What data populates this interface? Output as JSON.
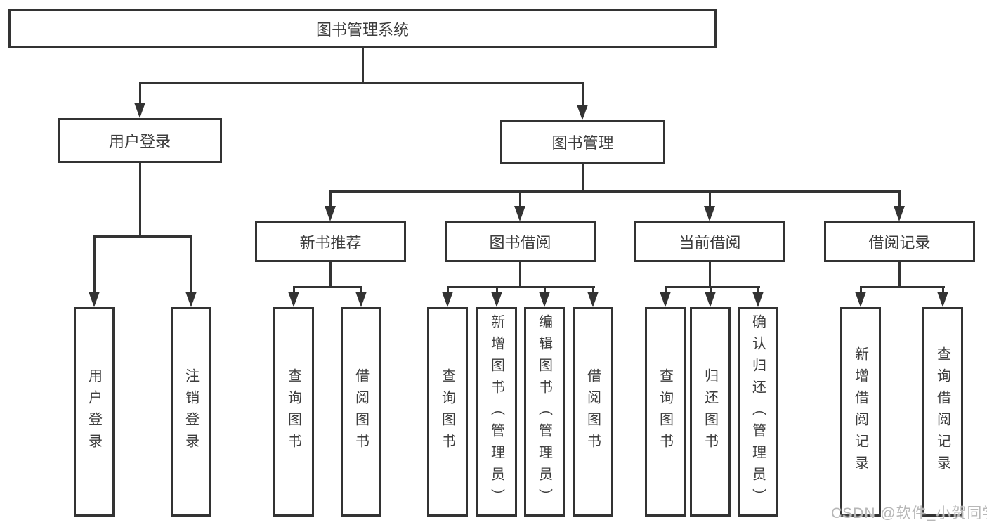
{
  "diagram": {
    "title": "图书管理系统",
    "colors": {
      "line": "#333333",
      "text": "#3d3d3d",
      "background": "#ffffff",
      "watermark_text": "#b7b7b7"
    },
    "root": {
      "label": "图书管理系统"
    },
    "level2": [
      {
        "label": "用户登录"
      },
      {
        "label": "图书管理"
      }
    ],
    "level3": [
      {
        "label": "新书推荐"
      },
      {
        "label": "图书借阅"
      },
      {
        "label": "当前借阅"
      },
      {
        "label": "借阅记录"
      }
    ],
    "leaves": {
      "user_login": [
        {
          "label": "用户登录"
        },
        {
          "label": "注销登录"
        }
      ],
      "new_book": [
        {
          "label": "查询图书"
        },
        {
          "label": "借阅图书"
        }
      ],
      "book_borrow": [
        {
          "label": "查询图书"
        },
        {
          "label": "新增图书（管理员）"
        },
        {
          "label": "编辑图书（管理员）"
        },
        {
          "label": "借阅图书"
        }
      ],
      "current_borrow": [
        {
          "label": "查询图书"
        },
        {
          "label": "归还图书"
        },
        {
          "label": "确认归还（管理员）"
        }
      ],
      "borrow_record": [
        {
          "label": "新增借阅记录"
        },
        {
          "label": "查询借阅记录"
        }
      ]
    },
    "watermark": "CSDN @软件_小贺同学"
  }
}
